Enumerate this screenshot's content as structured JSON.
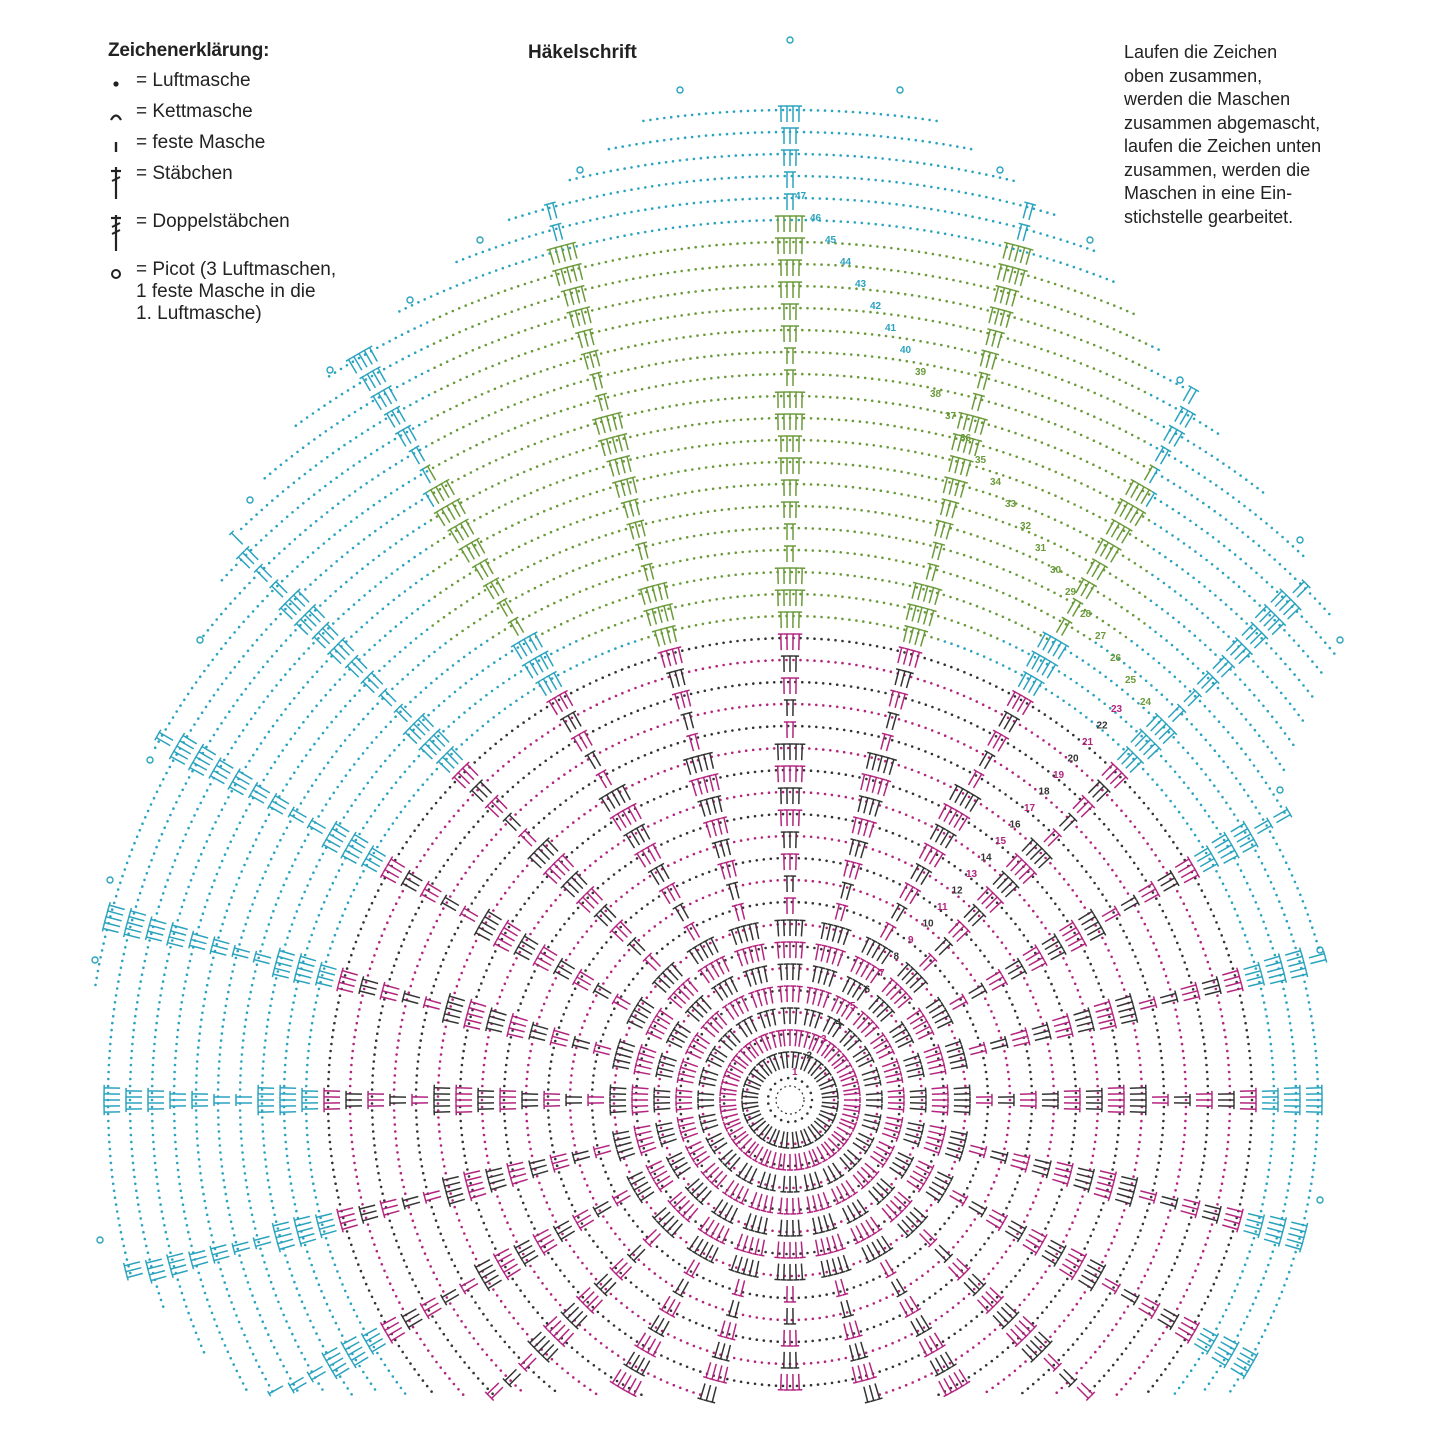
{
  "title": "Häkelschrift",
  "legend": {
    "title": "Zeichenerklärung:",
    "items": [
      {
        "symbol": "chain-dot-icon",
        "label": "= Luftmasche"
      },
      {
        "symbol": "slip-stitch-arc-icon",
        "label": "= Kettmasche"
      },
      {
        "symbol": "single-crochet-bar-icon",
        "label": "= feste Masche"
      },
      {
        "symbol": "double-crochet-icon",
        "label": "= Stäbchen"
      },
      {
        "symbol": "treble-crochet-icon",
        "label": "= Doppelstäbchen"
      },
      {
        "symbol": "picot-circle-icon",
        "label": "= Picot (3 Luftmaschen,",
        "line2": "1 feste Masche in die",
        "line3": "1. Luftmasche)"
      }
    ]
  },
  "note": {
    "lines": [
      "Laufen die Zeichen",
      "oben zusammen,",
      "werden die Maschen",
      "zusammen abgemascht,",
      "laufen die Zeichen unten",
      "zusammen, werden die",
      "Maschen in eine Ein-",
      "stichstelle gearbeitet."
    ]
  },
  "colors": {
    "center_dark": "#333333",
    "pink": "#b3247f",
    "green": "#6a9a3a",
    "blue": "#2aa3bf",
    "text": "#222222"
  },
  "rounds": {
    "labels": [
      "1",
      "2",
      "3",
      "4",
      "5",
      "6",
      "7",
      "8",
      "9",
      "10",
      "11",
      "12",
      "13",
      "14",
      "15",
      "16",
      "17",
      "18",
      "19",
      "20",
      "21",
      "22",
      "23",
      "24",
      "25",
      "26",
      "27",
      "28",
      "29",
      "30",
      "31",
      "32",
      "33",
      "34",
      "35",
      "36",
      "37",
      "38",
      "39",
      "40",
      "41",
      "42",
      "43",
      "44",
      "45",
      "46",
      "47"
    ]
  }
}
